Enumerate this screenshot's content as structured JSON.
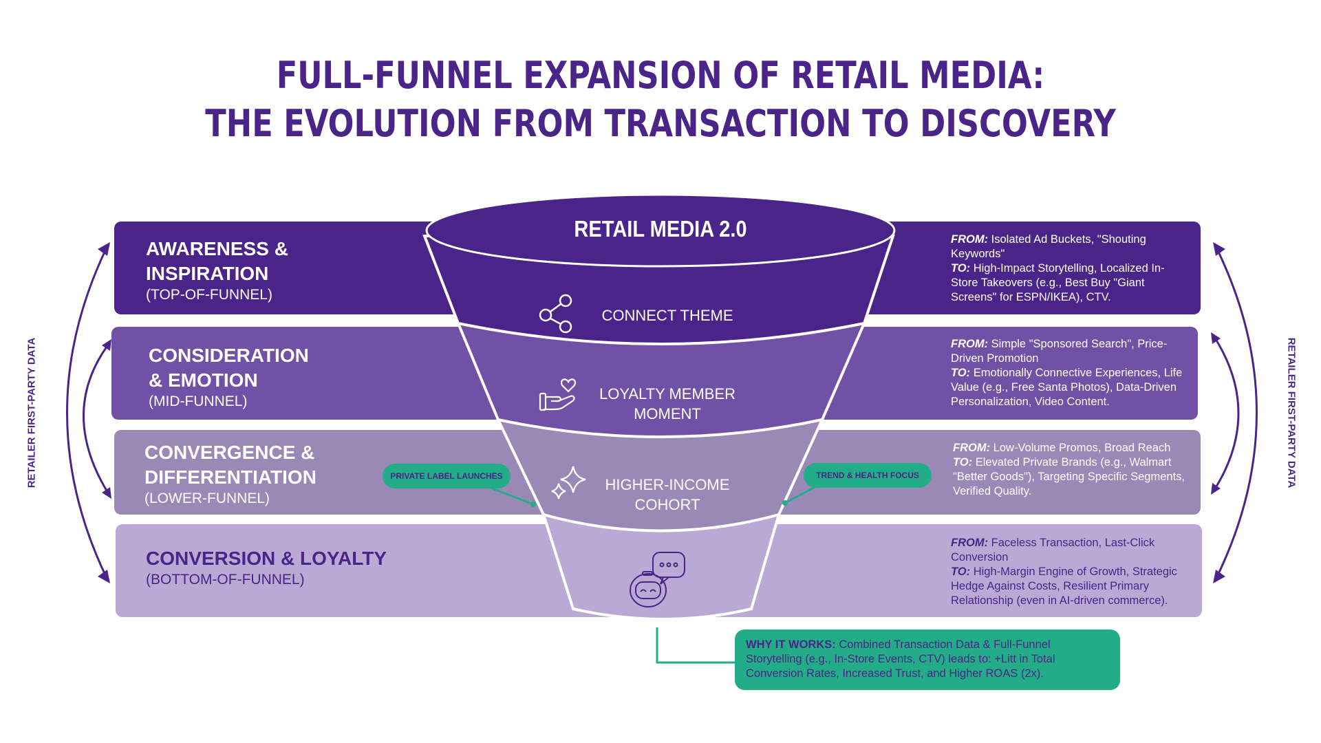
{
  "title": {
    "line1": "FULL-FUNNEL EXPANSION OF RETAIL MEDIA:",
    "line2": "THE EVOLUTION FROM TRANSACTION TO DISCOVERY"
  },
  "colors": {
    "primary": "#4a2489",
    "row1": "#4a2489",
    "row2": "#7151a6",
    "row3": "#9a88b7",
    "row4": "#b9a9d4",
    "accent_green": "#23ac88"
  },
  "side_labels": {
    "left": "RETAILER FIRST-PARTY DATA",
    "right": "RETAILER FIRST-PARTY DATA"
  },
  "funnel": {
    "title": "RETAIL MEDIA 2.0",
    "stages": [
      {
        "label": "CONNECT THEME",
        "icon": "share-nodes-icon"
      },
      {
        "label_line1": "LOYALTY MEMBER",
        "label_line2": "MOMENT",
        "icon": "hand-heart-icon"
      },
      {
        "label_line1": "HIGHER-INCOME",
        "label_line2": "COHORT",
        "icon": "sparkles-icon"
      },
      {
        "label": "",
        "icon": "chatbot-icon"
      }
    ]
  },
  "rows": [
    {
      "title_line1": "AWARENESS &",
      "title_line2": "INSPIRATION",
      "subtitle": "(TOP-OF-FUNNEL)",
      "from_label": "FROM:",
      "from_text": "Isolated Ad Buckets, \"Shouting Keywords\"",
      "to_label": "TO:",
      "to_text": "High-Impact Storytelling, Localized In-Store Takeovers (e.g., Best Buy \"Giant Screens\" for ESPN/IKEA), CTV."
    },
    {
      "title_line1": "CONSIDERATION",
      "title_line2": "& EMOTION",
      "subtitle": "(MID-FUNNEL)",
      "from_label": "FROM:",
      "from_text": "Simple \"Sponsored Search\", Price-Driven Promotion",
      "to_label": "TO:",
      "to_text": "Emotionally Connective Experiences, Life Value (e.g., Free Santa Photos), Data-Driven Personalization, Video Content."
    },
    {
      "title_line1": "CONVERGENCE &",
      "title_line2": "DIFFERENTIATION",
      "subtitle": "(LOWER-FUNNEL)",
      "from_label": "FROM:",
      "from_text": "Low-Volume Promos, Broad Reach",
      "to_label": "TO:",
      "to_text": "Elevated Private Brands (e.g., Walmart \"Better Goods\"), Targeting Specific Segments, Verified Quality."
    },
    {
      "title_line1": "CONVERSION & LOYALTY",
      "subtitle": "(BOTTOM-OF-FUNNEL)",
      "from_label": "FROM:",
      "from_text": "Faceless Transaction, Last-Click Conversion",
      "to_label": "TO:",
      "to_text": "High-Margin Engine of Growth, Strategic Hedge Against Costs, Resilient Primary Relationship (even in AI-driven commerce)."
    }
  ],
  "callouts": {
    "left": "PRIVATE LABEL LAUNCHES",
    "right": "TREND & HEALTH FOCUS"
  },
  "why_it_works": {
    "label": "WHY IT WORKS:",
    "text": "Combined Transaction Data & Full-Funnel Storytelling (e.g., In-Store Events, CTV) leads to: +Litt in Total Conversion Rates, Increased Trust, and Higher ROAS (2x)."
  }
}
